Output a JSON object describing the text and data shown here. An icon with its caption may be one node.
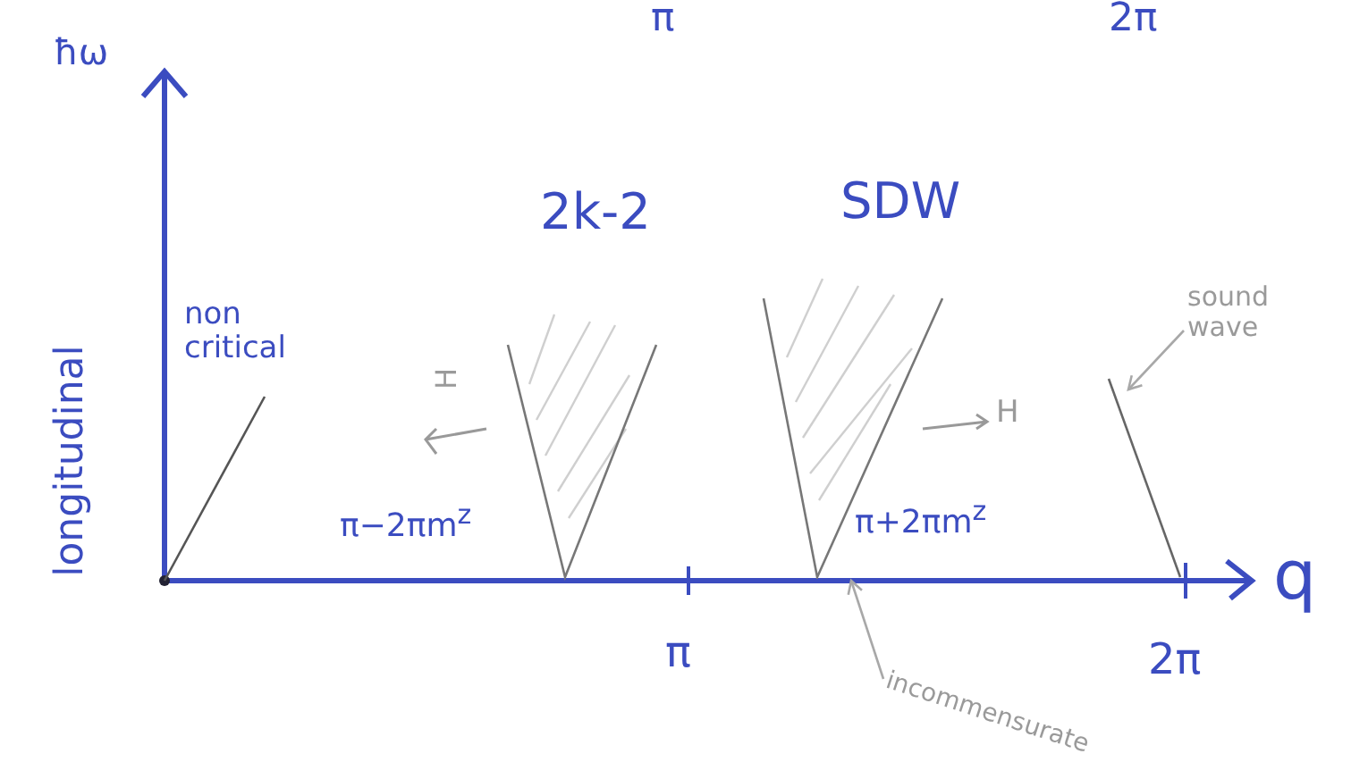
{
  "diagram": {
    "nodes": [
      {
        "text": [
          "sound wave"
        ]
      },
      {
        "text": [
          "incommensurate"
        ]
      },
      {
        "text": [],
        "shape": "wedge"
      }
    ],
    "edges": [
      {
        "from": 0,
        "to": null,
        "arrow": "to"
      },
      {
        "from": 1,
        "to": 2,
        "arrow": "to"
      }
    ],
    "labels": [
      "π",
      "2π",
      "ħω",
      "2k-2",
      "SDW",
      "longitudinal",
      "non critical",
      "H",
      "H",
      "π−2πm$^{z}$",
      "π+2πm$^{z}$",
      "q",
      "π",
      "2π"
    ]
  }
}
